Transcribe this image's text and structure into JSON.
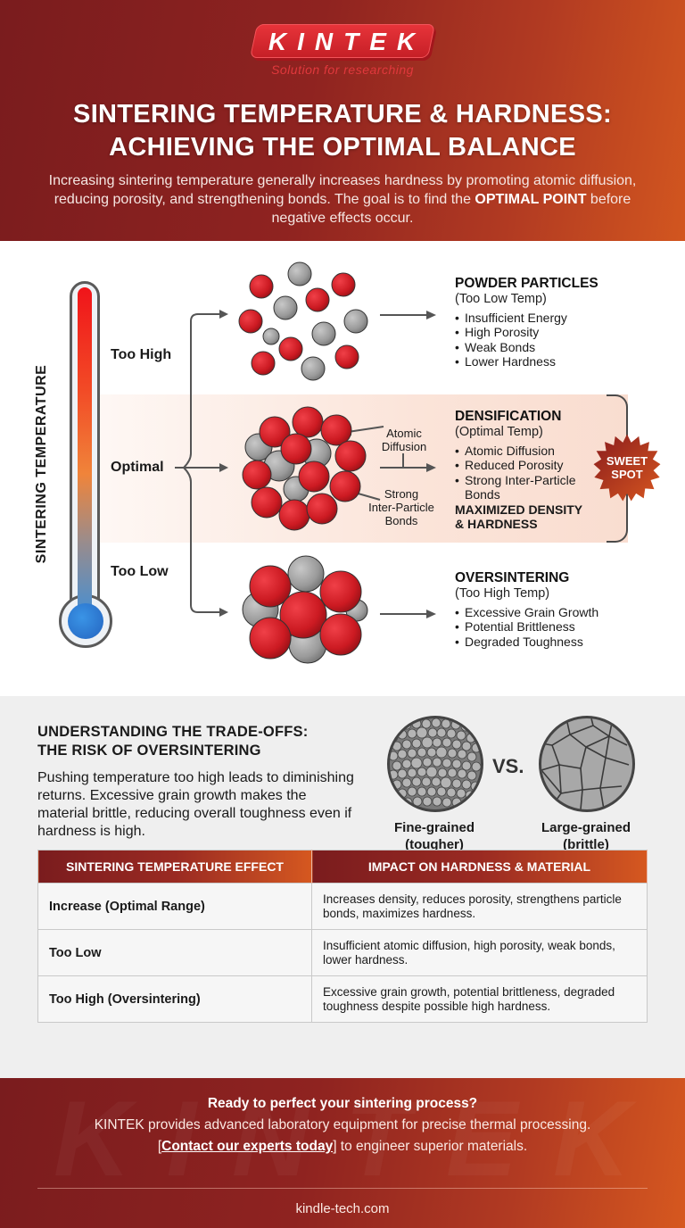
{
  "header": {
    "logo_text": "KINTEK",
    "logo_tagline": "Solution for researching",
    "title_line1": "SINTERING TEMPERATURE & HARDNESS:",
    "title_line2": "ACHIEVING THE OPTIMAL BALANCE",
    "intro_part1": "Increasing sintering temperature generally increases hardness by promoting atomic diffusion, reducing porosity, and strengthening bonds. The goal is to find the ",
    "intro_emphasis": "OPTIMAL POINT",
    "intro_part2": " before negative effects occur."
  },
  "diagram": {
    "axis_label": "SINTERING TEMPERATURE",
    "levels": [
      {
        "label": "Too High"
      },
      {
        "label": "Optimal"
      },
      {
        "label": "Too Low"
      }
    ],
    "stages": [
      {
        "title": "POWDER PARTICLES",
        "subtitle": "(Too Low Temp)",
        "items": [
          "Insufficient Energy",
          "High Porosity",
          "Weak Bonds",
          "Lower Hardness"
        ]
      },
      {
        "title": "DENSIFICATION",
        "subtitle": "(Optimal Temp)",
        "items": [
          "Atomic Diffusion",
          "Reduced Porosity",
          "Strong Inter-Particle Bonds"
        ],
        "emphasis_line1": "MAXIMIZED DENSITY",
        "emphasis_line2": "& HARDNESS"
      },
      {
        "title": "OVERSINTERING",
        "subtitle": "(Too High Temp)",
        "items": [
          "Excessive Grain Growth",
          "Potential Brittleness",
          "Degraded Toughness"
        ]
      }
    ],
    "annotations": {
      "atomic_diffusion_1": "Atomic",
      "atomic_diffusion_2": "Diffusion",
      "bonds_1": "Strong",
      "bonds_2": "Inter-Particle",
      "bonds_3": "Bonds"
    },
    "badge_line1": "SWEET",
    "badge_line2": "SPOT"
  },
  "tradeoffs": {
    "title_line1": "UNDERSTANDING THE TRADE-OFFS:",
    "title_line2": "THE RISK OF OVERSINTERING",
    "body": "Pushing temperature too high leads to diminishing returns. Excessive grain growth makes the material brittle, reducing overall toughness even if hardness is high.",
    "vs_label": "VS.",
    "fine_label_1": "Fine-grained",
    "fine_label_2": "(tougher)",
    "large_label_1": "Large-grained",
    "large_label_2": "(brittle)"
  },
  "table": {
    "headers": [
      "SINTERING TEMPERATURE EFFECT",
      "IMPACT ON HARDNESS & MATERIAL"
    ],
    "rows": [
      {
        "effect": "Increase (Optimal Range)",
        "impact": "Increases density, reduces porosity, strengthens particle bonds, maximizes hardness."
      },
      {
        "effect": "Too Low",
        "impact": "Insufficient atomic diffusion, high porosity, weak bonds, lower hardness."
      },
      {
        "effect": "Too High (Oversintering)",
        "impact": "Excessive grain growth, potential brittleness, degraded toughness despite possible high hardness."
      }
    ]
  },
  "footer": {
    "watermark": "KINTEK",
    "cta_heading": "Ready to perfect your sintering process?",
    "cta_body": "KINTEK provides advanced laboratory equipment for precise thermal processing.",
    "cta_link_open": "[",
    "cta_link": "Contact our experts today",
    "cta_link_close": "]",
    "cta_tail": " to engineer superior materials.",
    "url": "kindle-tech.com"
  },
  "colors": {
    "brand_red": "#c51f26",
    "header_dark": "#7a1c1e",
    "header_orange": "#d2561f",
    "particle_red": "#d62026",
    "particle_gray": "#9a9a9a",
    "band_peach": "#fbe4d9"
  }
}
